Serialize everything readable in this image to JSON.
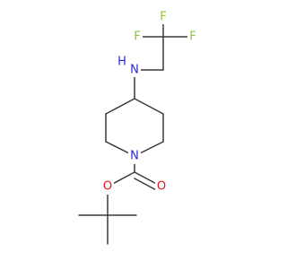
{
  "molecule": {
    "colors": {
      "bond": "#3a3a3a",
      "carbon": "#3a3a3a",
      "nitrogen": "#2b2bd6",
      "oxygen": "#e4161c",
      "fluorine": "#8fc13a"
    },
    "atoms": {
      "f1": "F",
      "f2": "F",
      "f3": "F",
      "nh": "H",
      "n_amine": "N",
      "n_ring": "N",
      "o_carbonyl": "O",
      "o_ester": "O"
    }
  }
}
